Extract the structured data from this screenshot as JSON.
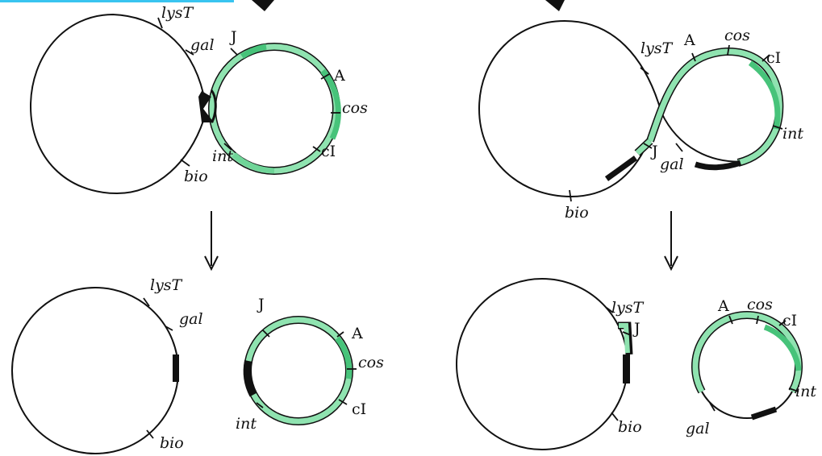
{
  "colors": {
    "phage": "#8fe3b0",
    "phage_dark": "#47c37a",
    "ink": "#111111",
    "header_strip": "#39c4f0"
  },
  "panels": {
    "top_left": {
      "labels": [
        "lysT",
        "gal",
        "J",
        "A",
        "cos",
        "cI",
        "int",
        "bio"
      ]
    },
    "top_right": {
      "labels": [
        "lysT",
        "A",
        "cos",
        "cI",
        "int",
        "J",
        "gal",
        "bio"
      ]
    },
    "bottom_left": {
      "labels": [
        "lysT",
        "gal",
        "bio",
        "J",
        "A",
        "cos",
        "cI",
        "int"
      ]
    },
    "bottom_right": {
      "labels": [
        "lysT",
        "J",
        "bio",
        "A",
        "cos",
        "cI",
        "int",
        "gal"
      ]
    }
  }
}
